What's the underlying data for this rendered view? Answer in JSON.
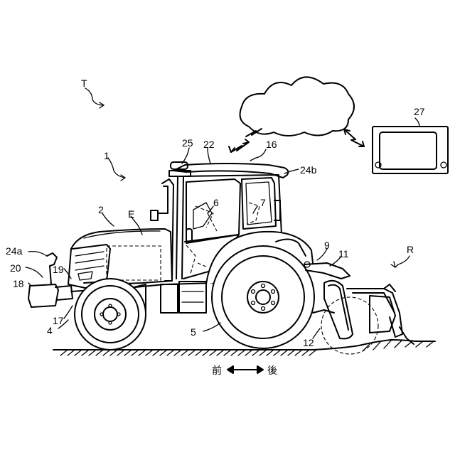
{
  "labels": {
    "T": "T",
    "n1": "1",
    "n2": "2",
    "E": "E",
    "n4": "4",
    "n5": "5",
    "n6": "6",
    "n7": "7",
    "n9": "9",
    "n11": "11",
    "n12": "12",
    "n16": "16",
    "n17": "17",
    "n18": "18",
    "n19": "19",
    "n20": "20",
    "n22": "22",
    "n24a": "24a",
    "n24b": "24b",
    "n25": "25",
    "n27": "27",
    "R": "R"
  },
  "direction": {
    "front": "前",
    "back": "後"
  }
}
